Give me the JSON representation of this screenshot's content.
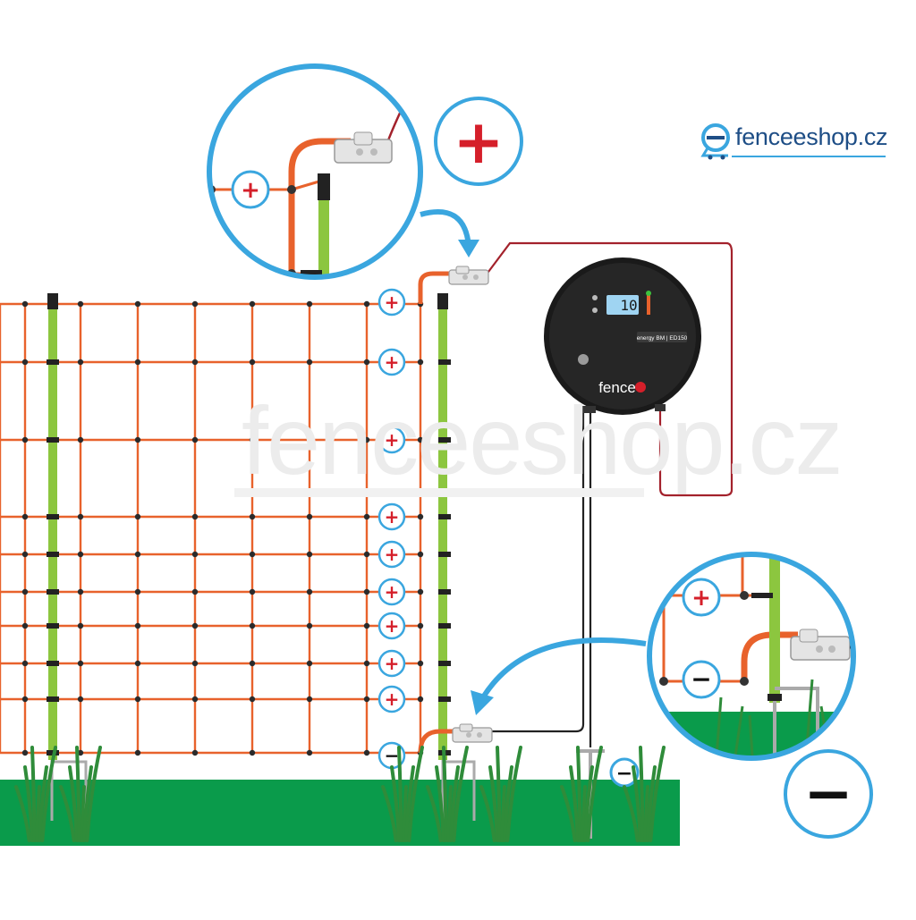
{
  "brand": {
    "name": "fenceeshop.cz",
    "logo_icon": "cart-trolley-icon",
    "color": "#1e4e86",
    "accent": "#3aa6df"
  },
  "watermark": {
    "text": "fenceeshop.cz"
  },
  "energizer": {
    "brand_label": "fence",
    "model_label": "energy BM | ED150",
    "display_value": "10",
    "body_color": "#1a1a1a"
  },
  "terminals": {
    "plus_symbol": "+",
    "minus_symbol": "−"
  },
  "callouts": {
    "top": {
      "badge": "+"
    },
    "bottom": {
      "badge": "−"
    }
  },
  "colors": {
    "netting": "#e8622c",
    "post": "#8cc63f",
    "ground": "#0a9b4b",
    "wire_red": "#a3222c",
    "wire_black": "#222222",
    "callout_ring": "#3aa6df",
    "plus_red": "#d51f2a"
  }
}
